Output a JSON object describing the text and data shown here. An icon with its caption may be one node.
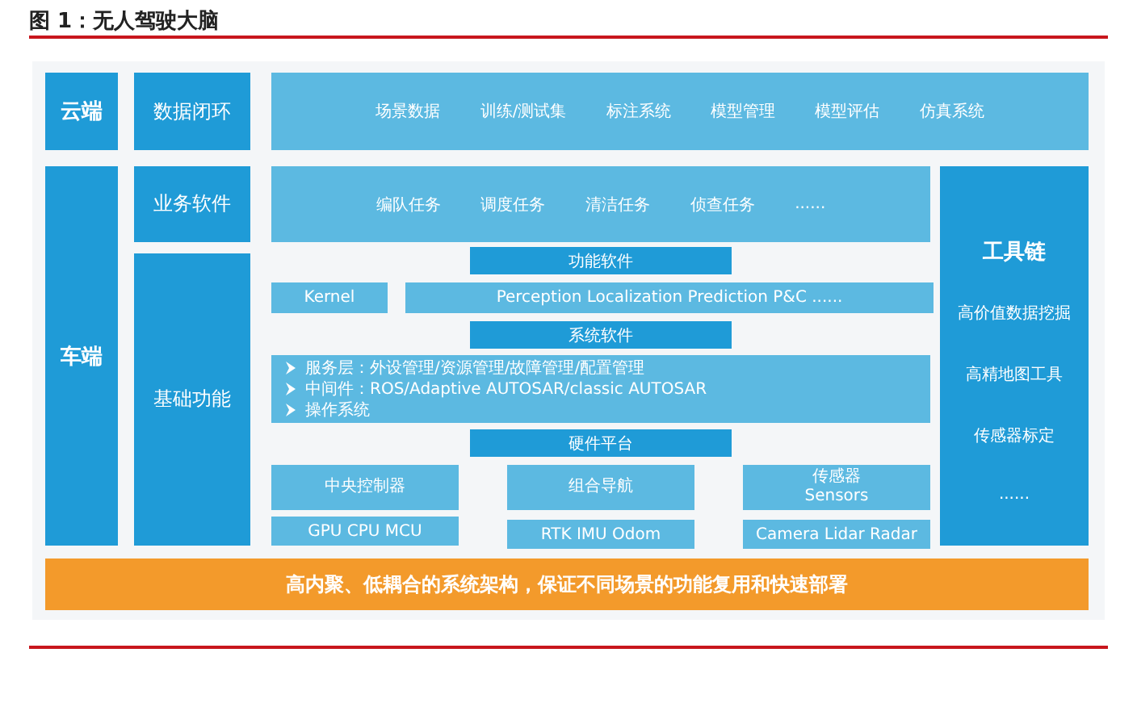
{
  "diagram": {
    "title": "图 1：无人驾驶大脑",
    "nodes": [
      {
        "text": [
          "云端"
        ]
      },
      {
        "text": [
          "数据闭环"
        ]
      },
      {
        "text": [
          "场景数据",
          "训练/测试集",
          "标注系统",
          "模型管理",
          "模型评估",
          "仿真系统"
        ]
      },
      {
        "text": [
          "车端"
        ]
      },
      {
        "text": [
          "业务软件"
        ]
      },
      {
        "text": [
          "编队任务",
          "调度任务",
          "清洁任务",
          "侦查任务",
          "......"
        ]
      },
      {
        "text": [
          "工具链",
          "高价值数据挖掘",
          "高精地图工具",
          "传感器标定",
          "......"
        ]
      },
      {
        "text": [
          "基础功能"
        ]
      },
      {
        "text": [
          "功能软件"
        ]
      },
      {
        "text": [
          "Kernel"
        ]
      },
      {
        "text": [
          "Perception   Localization   Prediction   P&C   ......"
        ]
      },
      {
        "text": [
          "系统软件"
        ]
      },
      {
        "text": [
          "服务层：外设管理/资源管理/故障管理/配置管理",
          "中间件：ROS/Adaptive AUTOSAR/classic AUTOSAR",
          "操作系统"
        ]
      },
      {
        "text": [
          "硬件平台"
        ]
      },
      {
        "text": [
          "中央控制器"
        ]
      },
      {
        "text": [
          "GPU CPU MCU"
        ]
      },
      {
        "text": [
          "组合导航"
        ]
      },
      {
        "text": [
          "RTK IMU Odom"
        ]
      },
      {
        "text": [
          "传感器",
          "Sensors"
        ]
      },
      {
        "text": [
          "Camera Lidar Radar"
        ]
      },
      {
        "text": [
          "高内聚、低耦合的系统架构，保证不同场景的功能复用和快速部署"
        ]
      }
    ]
  }
}
